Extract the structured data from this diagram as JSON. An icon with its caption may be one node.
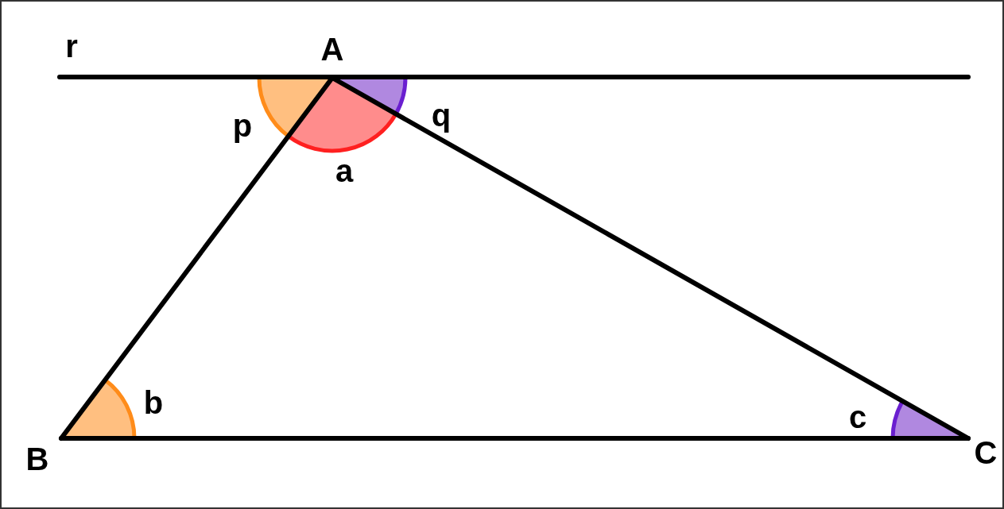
{
  "diagram": {
    "labels": [
      "r",
      "A",
      "p",
      "q",
      "a",
      "b",
      "c",
      "B",
      "C"
    ]
  }
}
